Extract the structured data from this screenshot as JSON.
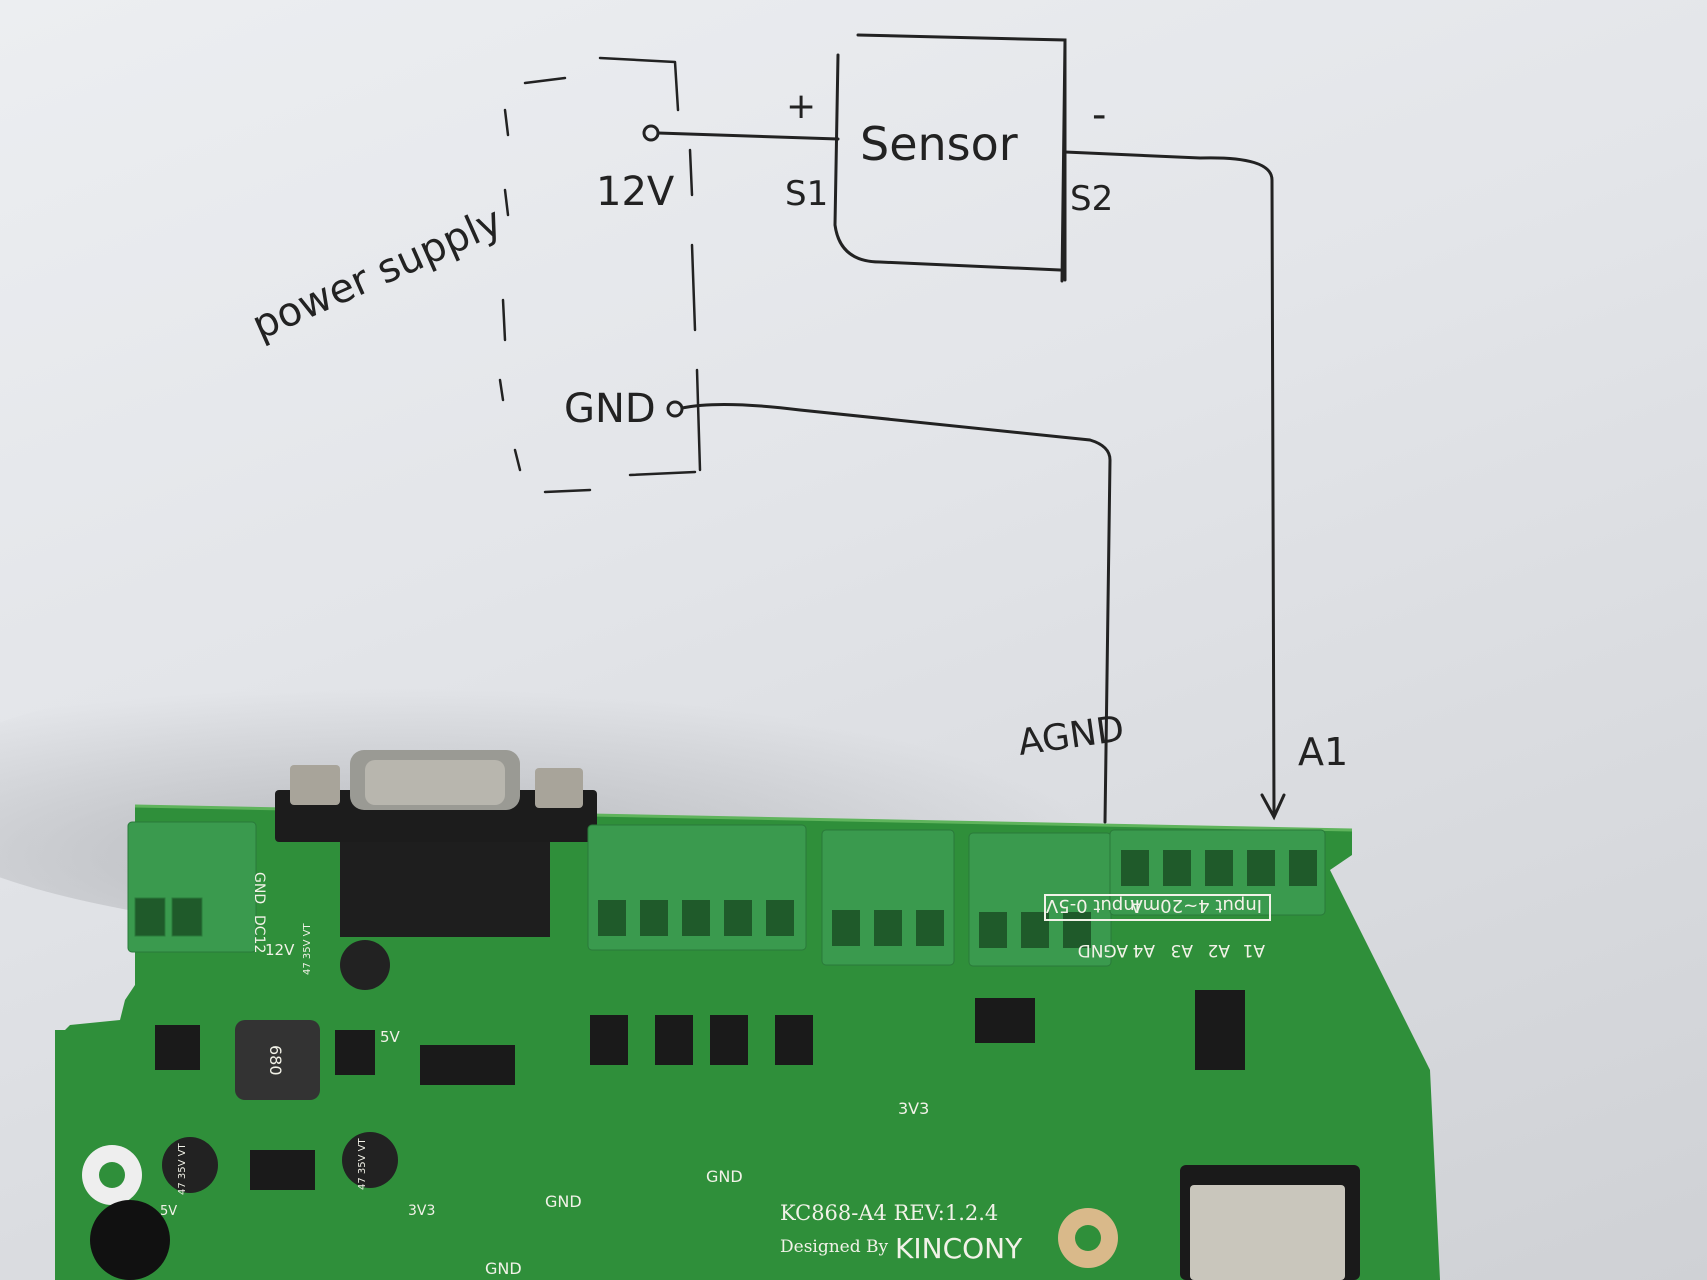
{
  "sketch": {
    "power_supply_label": "power supply",
    "v12_label": "12V",
    "gnd_label": "GND",
    "sensor_label": "Sensor",
    "plus_label": "+",
    "minus_label": "-",
    "s1_label": "S1",
    "s2_label": "S2",
    "agnd_label": "AGND",
    "a1_label": "A1"
  },
  "board": {
    "model": "KC868-A4  REV:1.2.4",
    "designed_by": "Designed By",
    "brand": "KINCONY",
    "terminal_labels": [
      "AGND",
      "A4",
      "A3",
      "A2",
      "A1"
    ],
    "input_05v": "Input 0-5V",
    "input_420ma": "Input 4~20mA",
    "silk": {
      "gnd1": "GND",
      "gnd2": "GND",
      "gnd3": "GND",
      "v3v3_1": "3V3",
      "v3v3_2": "3V3",
      "v12": "12V",
      "v5": "5V",
      "v5b": "5V",
      "dc12": "DC12",
      "gndl": "GND",
      "cap1": "47 35V VT",
      "cap2": "47 35V VT",
      "cap3": "47 35V VT",
      "inductor": "680"
    }
  },
  "colors": {
    "pcb": "#2f8f3a",
    "terminal": "#3a9a4e",
    "ink": "#222222"
  }
}
